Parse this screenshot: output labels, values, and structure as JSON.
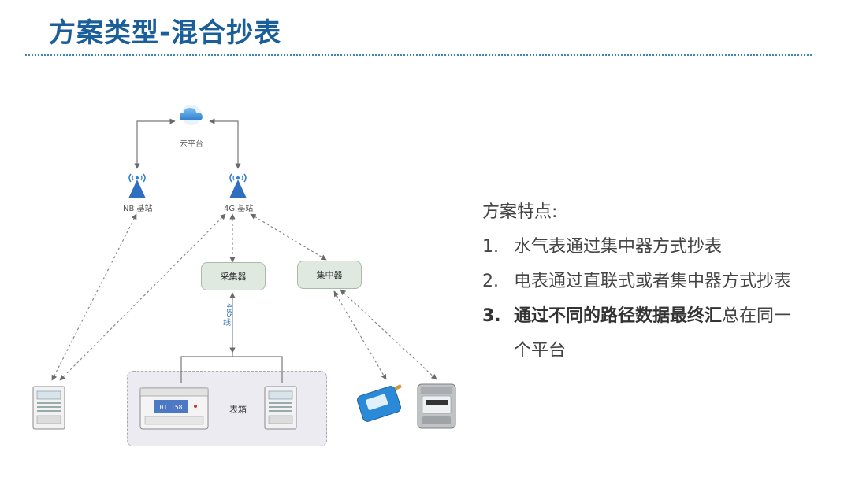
{
  "title": "方案类型-混合抄表",
  "diagram": {
    "cloud_label": "云平台",
    "nb_label": "NB 基站",
    "lte_label": "4G 基站",
    "collector_label": "采集器",
    "concentrator_label": "集中器",
    "rs485_label": "485",
    "rs485_label_2": "线",
    "meter_box_label": "表箱"
  },
  "features": {
    "heading": "方案特点:",
    "items": [
      {
        "num": "1.",
        "text": "水气表通过集中器方式抄表"
      },
      {
        "num": "2.",
        "text": "电表通过直联式或者集中器方式抄表"
      },
      {
        "num": "3.",
        "bold": "通过不同的路径数据最终汇",
        "rest": "总在同一",
        "cont": "个平台"
      }
    ]
  },
  "colors": {
    "title": "#1b5f9a",
    "accent_blue": "#2f7fcf",
    "box_green": "#dfe9df",
    "meter_box_bg": "#ecebf1"
  }
}
